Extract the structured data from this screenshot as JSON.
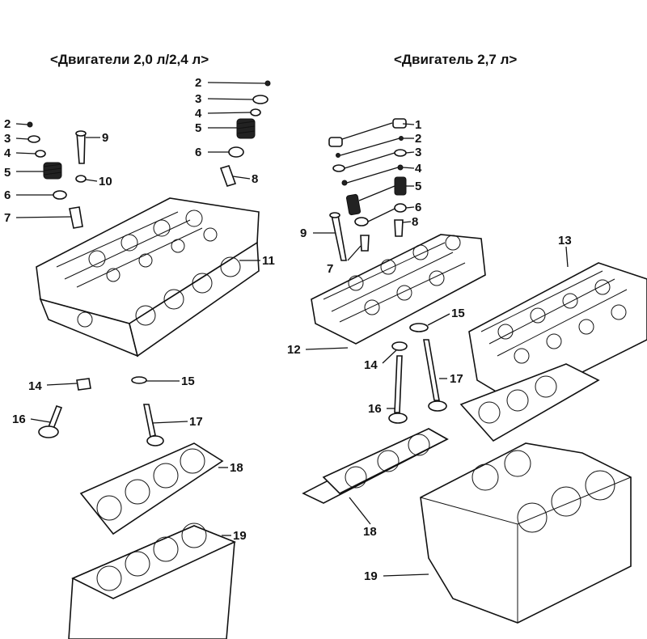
{
  "headings": {
    "left": "<Двигатели 2,0 л/2,4 л>",
    "right": "<Двигатель 2,7 л>"
  },
  "left_callouts": [
    {
      "id": "l2a",
      "num": "2"
    },
    {
      "id": "l3a",
      "num": "3"
    },
    {
      "id": "l4a",
      "num": "4"
    },
    {
      "id": "l5a",
      "num": "5"
    },
    {
      "id": "l6a",
      "num": "6"
    },
    {
      "id": "l7",
      "num": "7"
    },
    {
      "id": "l2b",
      "num": "2"
    },
    {
      "id": "l3b",
      "num": "3"
    },
    {
      "id": "l4b",
      "num": "4"
    },
    {
      "id": "l5b",
      "num": "5"
    },
    {
      "id": "l6b",
      "num": "6"
    },
    {
      "id": "l8",
      "num": "8"
    },
    {
      "id": "l9",
      "num": "9"
    },
    {
      "id": "l10",
      "num": "10"
    },
    {
      "id": "l11",
      "num": "11"
    },
    {
      "id": "l14",
      "num": "14"
    },
    {
      "id": "l15",
      "num": "15"
    },
    {
      "id": "l16",
      "num": "16"
    },
    {
      "id": "l17",
      "num": "17"
    },
    {
      "id": "l18",
      "num": "18"
    },
    {
      "id": "l19",
      "num": "19"
    }
  ],
  "right_callouts": [
    {
      "id": "r1",
      "num": "1"
    },
    {
      "id": "r2",
      "num": "2"
    },
    {
      "id": "r3",
      "num": "3"
    },
    {
      "id": "r4",
      "num": "4"
    },
    {
      "id": "r5",
      "num": "5"
    },
    {
      "id": "r6",
      "num": "6"
    },
    {
      "id": "r8",
      "num": "8"
    },
    {
      "id": "r9",
      "num": "9"
    },
    {
      "id": "r7",
      "num": "7"
    },
    {
      "id": "r13",
      "num": "13"
    },
    {
      "id": "r15",
      "num": "15"
    },
    {
      "id": "r12",
      "num": "12"
    },
    {
      "id": "r14",
      "num": "14"
    },
    {
      "id": "r17",
      "num": "17"
    },
    {
      "id": "r16",
      "num": "16"
    },
    {
      "id": "r18",
      "num": "18"
    },
    {
      "id": "r19",
      "num": "19"
    }
  ]
}
